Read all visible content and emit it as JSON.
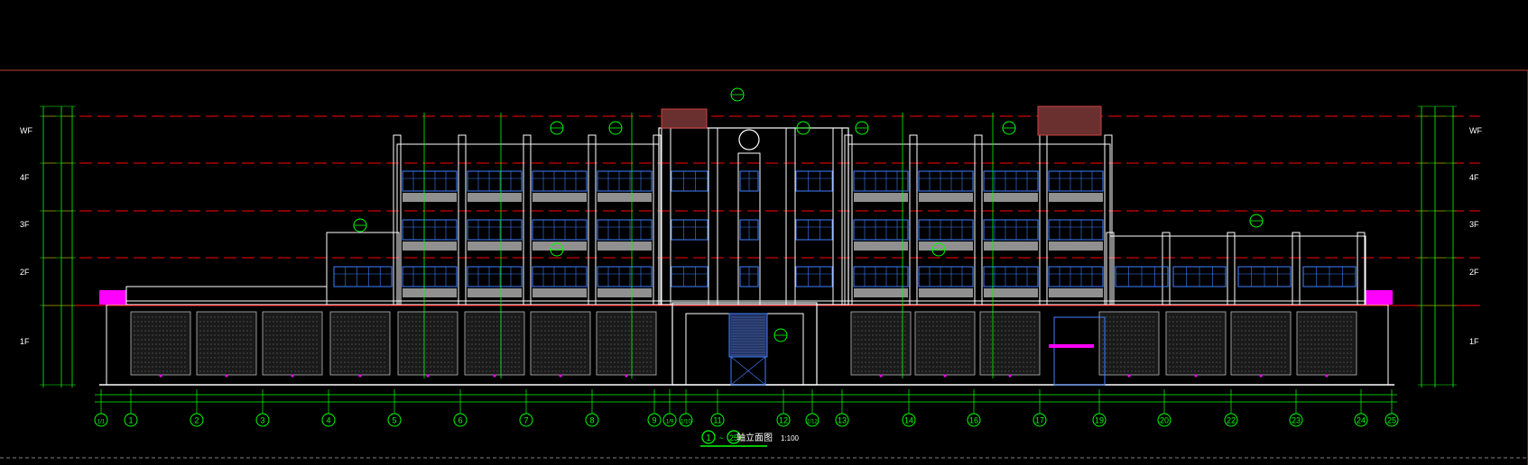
{
  "drawing": {
    "floor_labels": [
      "WF",
      "4F",
      "3F",
      "2F",
      "1F"
    ],
    "axis_labels": [
      "1/1",
      "1",
      "2",
      "3",
      "4",
      "5",
      "6",
      "7",
      "8",
      "9",
      "1/9",
      "1/10",
      "11",
      "12",
      "1/12",
      "13",
      "14",
      "16",
      "17",
      "19",
      "20",
      "22",
      "23",
      "24",
      "25"
    ],
    "title_start": "1",
    "title_sep": "~",
    "title_end": "25",
    "title_text": "轴立面图",
    "scale_text": "1:100"
  },
  "colors": {
    "background": "#000000",
    "building": "#ffffff",
    "level_lines": "#ff0000",
    "dimension": "#00ff00",
    "windows": "#4080ff",
    "accent": "#ff00ff",
    "frame": "#d04040"
  }
}
